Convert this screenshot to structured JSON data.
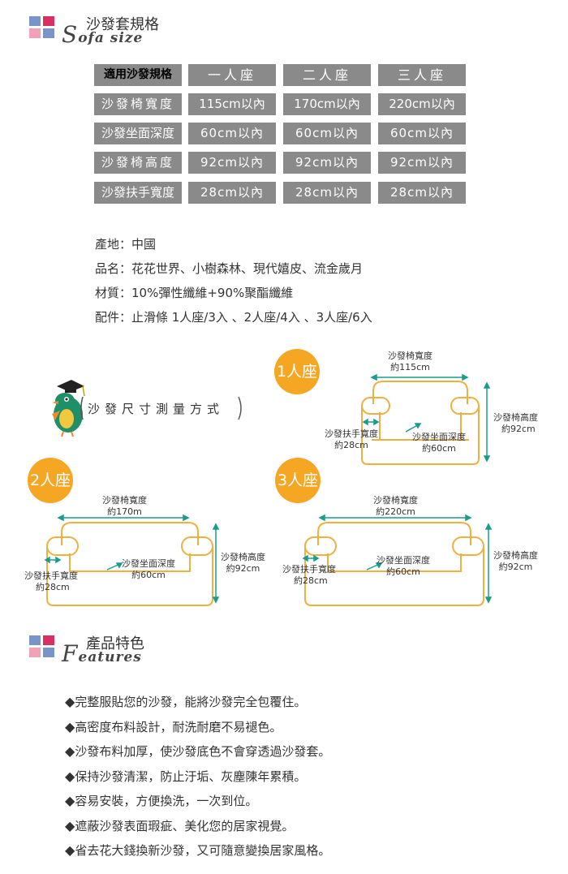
{
  "size_section": {
    "title": "沙發套規格",
    "subtitle_big": "S",
    "subtitle_rest": "ofa size"
  },
  "size_table": {
    "header": [
      "適用沙發規格",
      "一人座",
      "二人座",
      "三人座"
    ],
    "rows": [
      {
        "label": "沙發椅寬度",
        "values": [
          "115cm以內",
          "170cm以內",
          "220cm以內"
        ]
      },
      {
        "label": "沙發坐面深度",
        "values": [
          "60cm以內",
          "60cm以內",
          "60cm以內"
        ]
      },
      {
        "label": "沙發椅高度",
        "values": [
          "92cm以內",
          "92cm以內",
          "92cm以內"
        ]
      },
      {
        "label": "沙發扶手寬度",
        "values": [
          "28cm以內",
          "28cm以內",
          "28cm以內"
        ]
      }
    ]
  },
  "product_info": [
    "產地：中國",
    "品名：花花世界、小樹森林、現代嬉皮、流金歲月",
    "材質：10%彈性纖維+90%聚酯纖維",
    "配件：止滑條 1人座/3入 、2人座/4入 、3人座/6入"
  ],
  "measure_title": "沙發尺寸測量方式",
  "diagrams": {
    "one": {
      "badge": "1人座",
      "width_label": "沙發椅寬度",
      "width_value": "約115cm",
      "height_label": "沙發椅高度",
      "height_value": "約92cm",
      "arm_label": "沙發扶手寬度",
      "arm_value": "約28cm",
      "depth_label": "沙發坐面深度",
      "depth_value": "約60cm"
    },
    "two": {
      "badge": "2人座",
      "width_label": "沙發椅寬度",
      "width_value": "約170m",
      "height_label": "沙發椅高度",
      "height_value": "約92cm",
      "arm_label": "沙發扶手寬度",
      "arm_value": "約28cm",
      "depth_label": "沙發坐面深度",
      "depth_value": "約60cm"
    },
    "three": {
      "badge": "3人座",
      "width_label": "沙發椅寬度",
      "width_value": "約220cm",
      "height_label": "沙發椅高度",
      "height_value": "約92cm",
      "arm_label": "沙發扶手寬度",
      "arm_value": "約28cm",
      "depth_label": "沙發坐面深度",
      "depth_value": "約60cm"
    }
  },
  "features_section": {
    "title": "產品特色",
    "subtitle_big": "F",
    "subtitle_rest": "eatures"
  },
  "features": [
    "完整服貼您的沙發，能將沙發完全包覆住。",
    "高密度布料設計，耐洗耐磨不易褪色。",
    "沙發布料加厚，使沙發底色不會穿透過沙發套。",
    "保持沙發清潔，防止汙垢、灰塵陳年累積。",
    "容易安裝，方便換洗，一次到位。",
    "遮蔽沙發表面瑕疵、美化您的居家視覺。",
    "省去花大錢換新沙發，又可隨意變換居家風格。"
  ],
  "colors": {
    "accent_orange": "#f5a623",
    "cell_grey": "#8a8a8a",
    "arrow_teal": "#1a9c8c",
    "sofa_line": "#f0b040"
  }
}
